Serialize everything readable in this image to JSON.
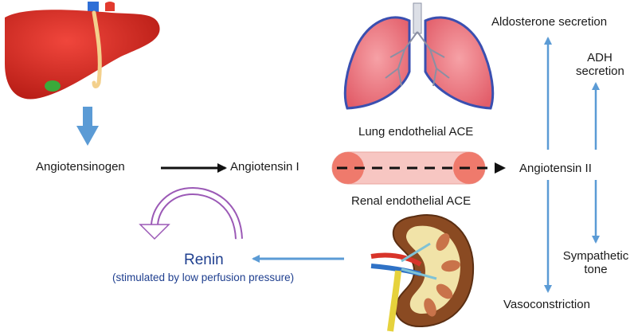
{
  "labels": {
    "angiotensinogen": "Angiotensinogen",
    "angiotensin_i": "Angiotensin I",
    "angiotensin_ii": "Angiotensin II",
    "lung_ace": "Lung endothelial ACE",
    "renal_ace": "Renal endothelial ACE",
    "aldosterone": "Aldosterone secretion",
    "adh_line1": "ADH",
    "adh_line2": "secretion",
    "sympathetic_line1": "Sympathetic",
    "sympathetic_line2": "tone",
    "vasoconstriction": "Vasoconstriction",
    "renin": "Renin",
    "renin_note": "(stimulated by low perfusion pressure)"
  },
  "colors": {
    "blue_arrow": "#5b9bd5",
    "renin_text": "#1f3f8f",
    "liver": "#d42a22",
    "lung": "#e8707a",
    "lung_outline": "#3a4fb0",
    "vessel_fill": "#f7c6c2",
    "vessel_ends": "#ef7a6c",
    "loop_arrow": "#9b59b6"
  },
  "icons": {
    "liver": "liver-icon",
    "lungs": "lungs-icon",
    "kidney": "kidney-icon",
    "vessel": "blood-vessel-icon"
  }
}
